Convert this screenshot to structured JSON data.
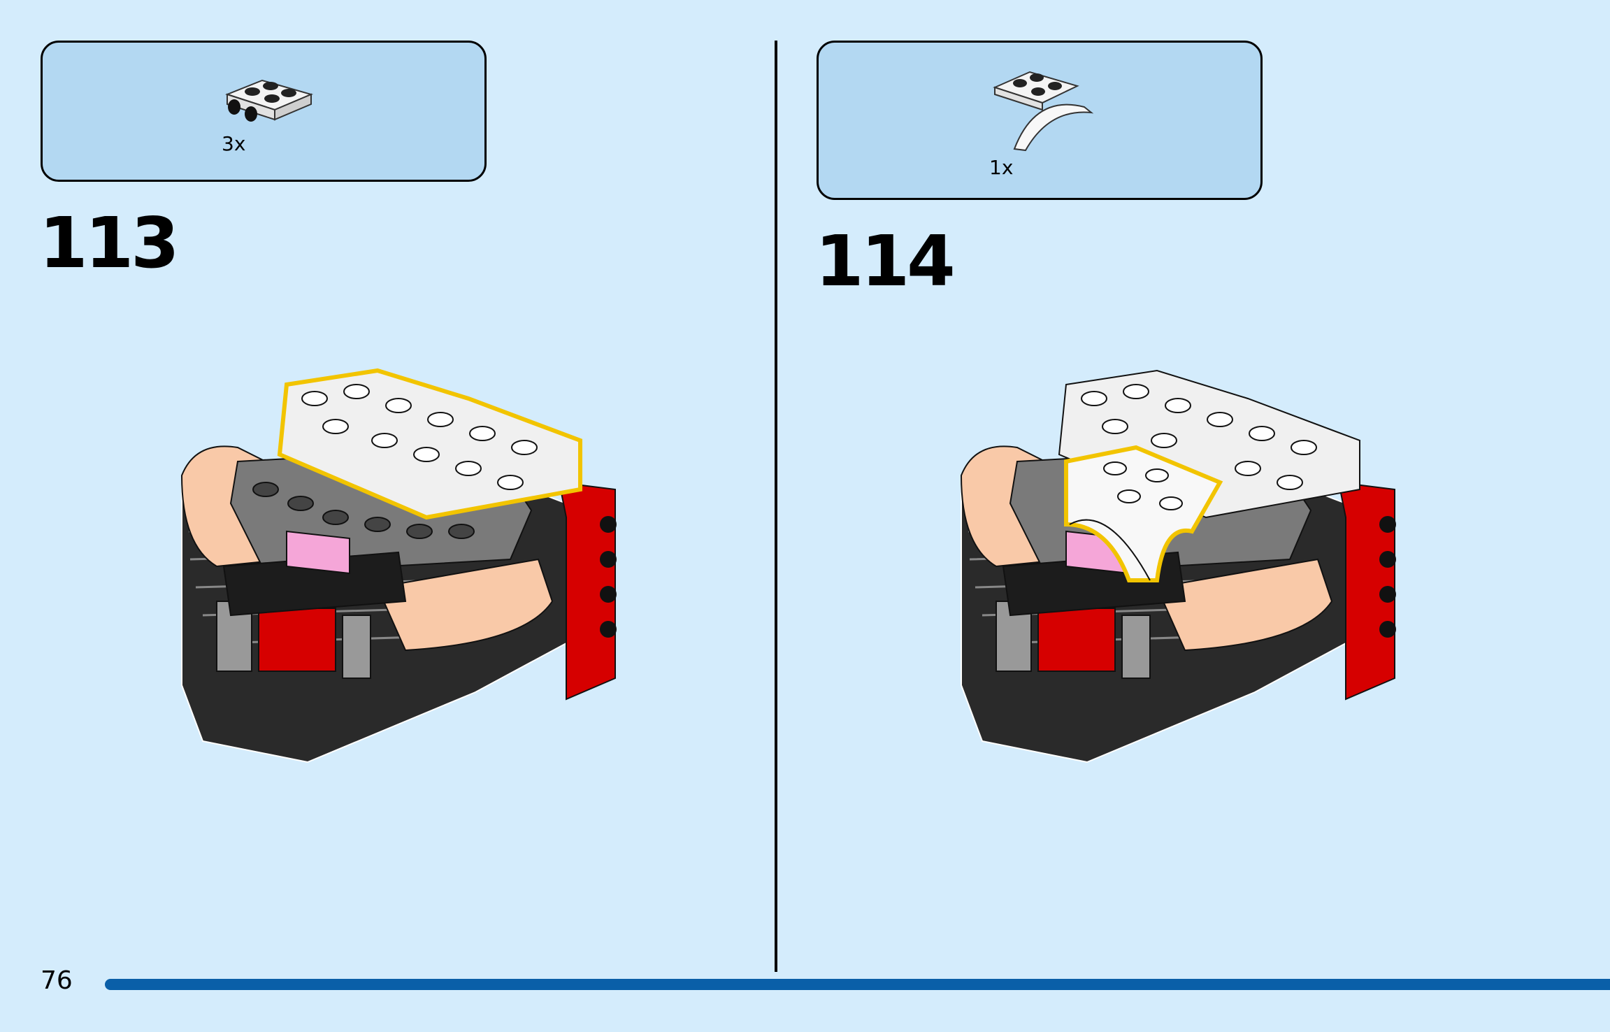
{
  "page_number": "76",
  "steps": [
    {
      "number": "113",
      "parts": [
        {
          "quantity": "3x",
          "part": "white-plate-2x2-bracket"
        }
      ]
    },
    {
      "number": "114",
      "parts": [
        {
          "quantity": "1x",
          "part": "white-plate-2x2-curved-arch"
        }
      ]
    }
  ],
  "colors": {
    "background": "#d4ecfc",
    "parts_box": "#b3d8f2",
    "progress_bar": "#0a5fa8",
    "highlight_outline": "#f2c400",
    "brick_black": "#2a2a2a",
    "brick_red": "#d60000",
    "brick_tan": "#f9c9a8",
    "brick_pink": "#f5a6d8"
  }
}
